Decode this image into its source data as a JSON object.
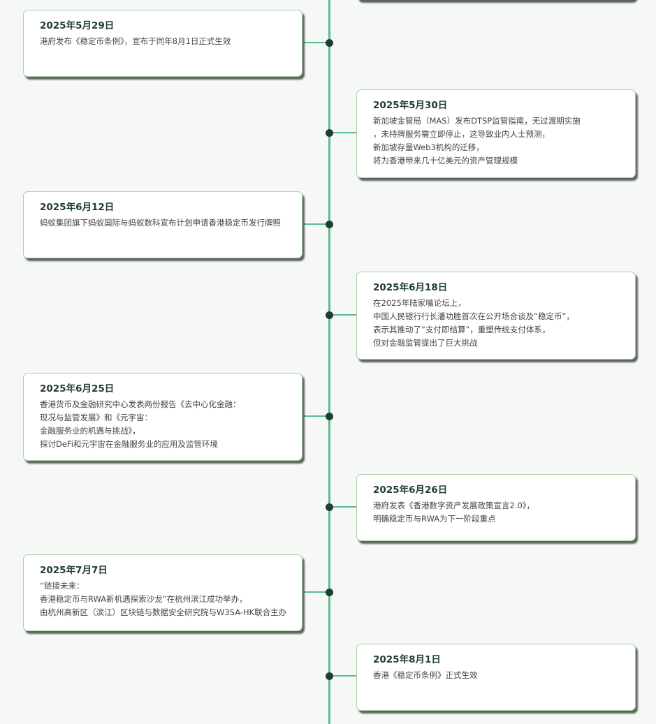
{
  "colors": {
    "axis": "#5dbb8c",
    "dot": "#1f3d30",
    "card_border": "#a8d2a4",
    "title": "#1f3d30"
  },
  "events": [
    {
      "date": "2025年5月29日",
      "text": "港府发布《稳定币条例》，宣布于同年8月1日正式生效"
    },
    {
      "date": "2025年5月30日",
      "text": "新加坡金管局（MAS）发布DTSP监管指南，无过渡期实施\n，未持牌服务需立即停止，这导致业内人士预测，\n新加坡存量Web3机构的迁移，\n将为香港带来几十亿美元的资产管理规模"
    },
    {
      "date": "2025年6月12日",
      "text": "蚂蚁集团旗下蚂蚁国际与蚂蚁数科宣布计划申请香港稳定币发行牌照"
    },
    {
      "date": "2025年6月18日",
      "text": "在2025年陆家嘴论坛上，\n中国人民银行行长潘功胜首次在公开场合谈及“稳定币”，\n表示其推动了“支付即结算”，重塑传统支付体系，\n但对金融监管提出了巨大挑战"
    },
    {
      "date": "2025年6月25日",
      "text": "香港货币及金融研究中心发表两份报告《去中心化金融：\n现况与监管发展》和《元宇宙：\n金融服务业的机遇与挑战》，\n探讨DeFi和元宇宙在金融服务业的应用及监管环境"
    },
    {
      "date": "2025年6月26日",
      "text": "港府发表《香港数字资产发展政策宣言2.0》，\n明确稳定币与RWA为下一阶段重点"
    },
    {
      "date": "2025年7月7日",
      "text": "“链接未来：\n香港稳定币与RWA新机遇探索沙龙”在杭州滨江成功举办，\n由杭州高新区（滨江）区块链与数据安全研究院与W3SA-HK联合主办"
    },
    {
      "date": "2025年8月1日",
      "text": "香港《稳定币条例》正式生效"
    }
  ]
}
